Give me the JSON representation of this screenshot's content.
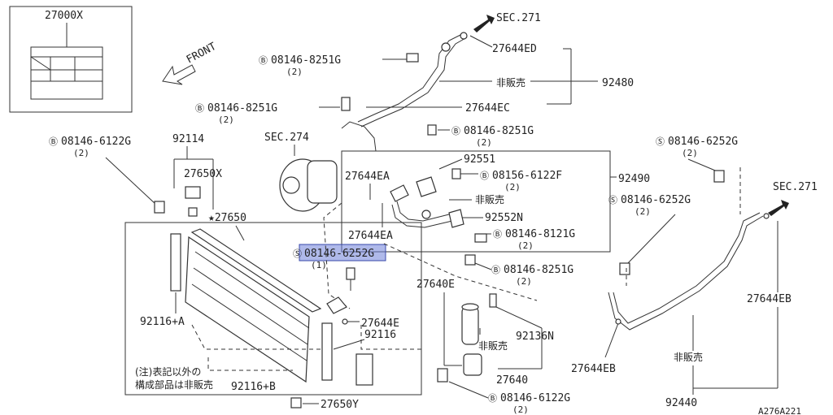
{
  "labels": {
    "box_top_left": "27000X",
    "front": "FRONT",
    "sec271_top": "SEC.271",
    "p27644ED": "27644ED",
    "b8251g_a": "08146-8251G",
    "q2_a": "(2)",
    "hibaibai_a": "非販売",
    "p92480": "92480",
    "b8251g_b": "08146-8251G",
    "q2_b": "(2)",
    "p27644EC": "27644EC",
    "sec274": "SEC.274",
    "b8251g_c": "08146-8251G",
    "q2_c": "(2)",
    "b6122g_a": "08146-6122G",
    "q2_d": "(2)",
    "p92114": "92114",
    "p27650X": "27650X",
    "p92551": "92551",
    "p27644EA_a": "27644EA",
    "b6122f": "08156-6122F",
    "q2_e": "(2)",
    "p92490": "92490",
    "s6252g_a": "08146-6252G",
    "q2_f": "(2)",
    "s6252g_b": "08146-6252G",
    "q2_g": "(2)",
    "sec271_right": "SEC.271",
    "hibaibai_b": "非販売",
    "p27650": "★27650",
    "p92552N": "92552N",
    "p27644EA_b": "27644EA",
    "b8121g": "08146-8121G",
    "q2_h": "(2)",
    "s6252g_hl": "08146-6252G",
    "q1": "(1)",
    "b8251g_d": "08146-8251G",
    "q2_i": "(2)",
    "p27640E": "27640E",
    "p92116A": "92116+A",
    "p27644E": "27644E",
    "p92116": "92116",
    "hibaibai_c": "非販売",
    "p92136N": "92136N",
    "p27644EB_right": "27644EB",
    "note1": "(注)表記以外の",
    "note2": "構成部品は非販売",
    "p92116B": "92116+B",
    "p27640": "27640",
    "p27644EB_low": "27644EB",
    "hibaibai_d": "非販売",
    "b6122g_b": "08146-6122G",
    "q2_j": "(2)",
    "p27650Y": "27650Y",
    "p92440": "92440",
    "code": "A276A221"
  },
  "glyphs": {
    "bolt_b": "B",
    "screw_s": "S"
  },
  "highlight_color": "#6e7fd8"
}
